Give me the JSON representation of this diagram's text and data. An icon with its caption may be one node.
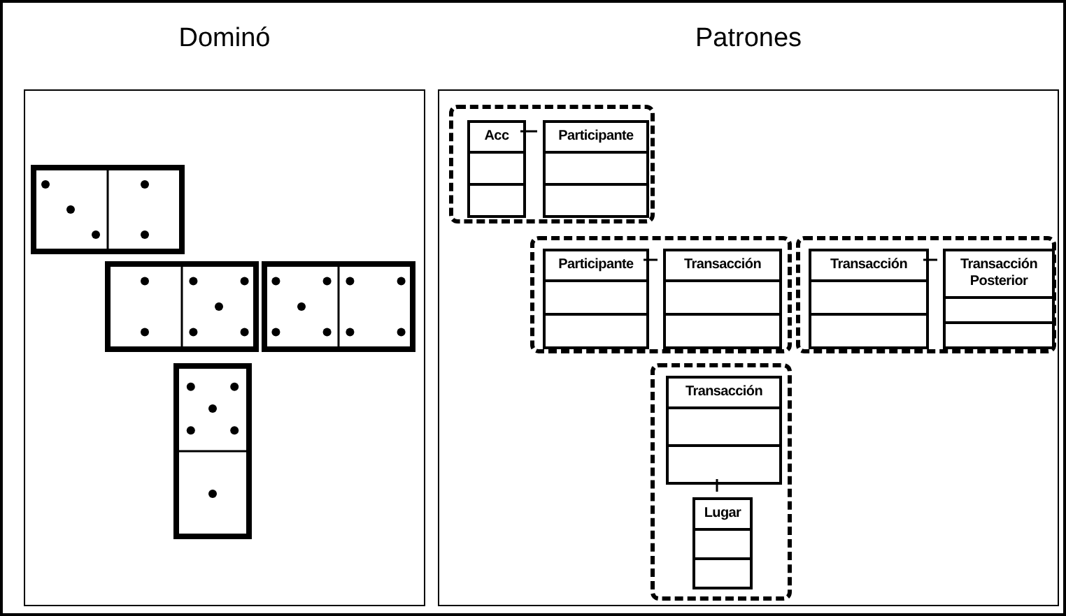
{
  "diagram": {
    "nodes": [
      {
        "text": [
          "Dominó"
        ]
      },
      {
        "text": [
          "Patrones"
        ]
      },
      {
        "text": [],
        "shape": "box",
        "in": 1
      },
      {
        "text": [
          "Acc"
        ],
        "in": 2
      },
      {
        "text": [
          "Participante"
        ],
        "in": 2
      },
      {
        "text": [],
        "shape": "box",
        "in": 1
      },
      {
        "text": [
          "Participante"
        ],
        "in": 5
      },
      {
        "text": [
          "Transacción"
        ],
        "in": 5
      },
      {
        "text": [],
        "shape": "box",
        "in": 1
      },
      {
        "text": [
          "Transacción"
        ],
        "in": 8
      },
      {
        "text": [
          "Transacción Posterior"
        ],
        "in": 8
      },
      {
        "text": [],
        "shape": "box",
        "in": 1
      },
      {
        "text": [
          "Transacción"
        ],
        "in": 11
      },
      {
        "text": [
          "Lugar"
        ],
        "in": 11
      }
    ],
    "edges": [
      {
        "from": 3,
        "to": 4,
        "arrow": "none"
      },
      {
        "from": 6,
        "to": 7,
        "arrow": "none"
      },
      {
        "from": 9,
        "to": 10,
        "arrow": "none"
      },
      {
        "from": 12,
        "to": 13,
        "arrow": "none"
      }
    ]
  }
}
